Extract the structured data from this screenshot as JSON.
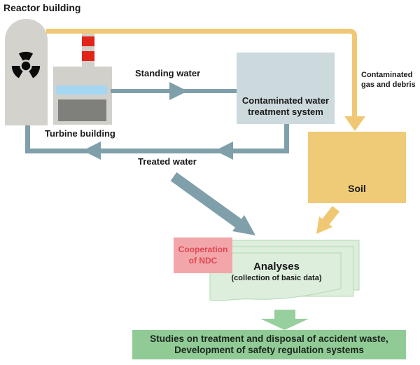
{
  "labels": {
    "reactor_building": "Reactor building",
    "turbine_building": "Turbine building",
    "standing_water": "Standing water",
    "treated_water": "Treated water",
    "contaminated_gas_line1": "Contaminated",
    "contaminated_gas_line2": "gas and debris"
  },
  "boxes": {
    "treatment": {
      "line1": "Contaminated water",
      "line2": "treatment system"
    },
    "soil": {
      "label": "Soil"
    },
    "cooperation": {
      "line1": "Cooperation",
      "line2": "of NDC"
    },
    "analyses": {
      "title": "Analyses",
      "subtitle": "(collection of basic data)"
    },
    "studies": {
      "line1": "Studies on treatment and disposal of accident waste,",
      "line2": "Development of safety regulation systems"
    }
  },
  "icons": {
    "radiation": "radiation-trefoil-icon"
  },
  "colors": {
    "gas_yellow": "#f0c873",
    "soil_fill": "#efcb77",
    "water_blue_gray": "#7f9faa",
    "treatment_fill": "#ccd9dd",
    "building_gray": "#d4d2cd",
    "turbine_base_gray": "#7f7f7c",
    "chimney_red": "#e1251b",
    "window_blue": "#a5d6f2",
    "sheet_green": "#ddeedd",
    "sheet_border": "#b3d8b3",
    "cooperation_fill": "#f2a6aa",
    "cooperation_text": "#e0474f",
    "studies_arrow_green": "#97cf9d",
    "studies_fill": "#90cb96"
  }
}
